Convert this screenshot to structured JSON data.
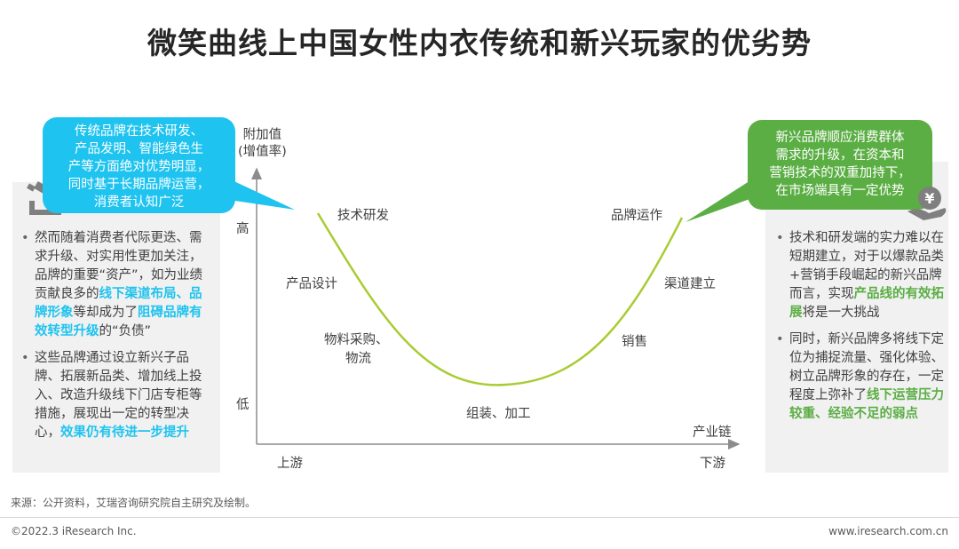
{
  "title": "微笑曲线上中国女性内衣传统和新兴玩家的优劣势",
  "left_bubble": [
    "传统品牌在技术研发、",
    "产品发明、智能绿色生",
    "产等方面绝对优势明显，",
    "同时基于长期品牌运营，",
    "消费者认知广泛"
  ],
  "left_bullets": [
    [
      {
        "t": "然而随着消费者代际更迭、需求升级、对实用性更加关注，品牌的重要“资产”，如为业绩贡献良多的",
        "h": false
      },
      {
        "t": "线下渠道布局、品牌形象",
        "h": true
      },
      {
        "t": "等却成为了",
        "h": false
      },
      {
        "t": "阻碍品牌有效转型升级",
        "h": true
      },
      {
        "t": "的“负债”",
        "h": false
      }
    ],
    [
      {
        "t": "这些品牌通过设立新兴子品牌、拓展新品类、增加线上投入、改造升级线下门店专柜等措施，展现出一定的转型决心，",
        "h": false
      },
      {
        "t": "效果仍有待进一步提升",
        "h": true
      }
    ]
  ],
  "right_bubble": [
    "新兴品牌顺应消费群体",
    "需求的升级，在资本和",
    "营销技术的双重加持下，",
    "在市场端具有一定优势"
  ],
  "right_bullets": [
    [
      {
        "t": "技术和研发端的实力难以在短期建立，对于以爆款品类+营销手段崛起的新兴品牌而言，实现",
        "h": false
      },
      {
        "t": "产品线的有效拓展",
        "h": true
      },
      {
        "t": "将是一大挑战",
        "h": false
      }
    ],
    [
      {
        "t": "同时，新兴品牌多将线下定位为捕捉流量、强化体验、树立品牌形象的存在，一定程度上弥补了",
        "h": false
      },
      {
        "t": "线下运营压力较重、经验不足的弱点",
        "h": true
      }
    ]
  ],
  "chart": {
    "y_axis_label": [
      "附加值",
      "(增值率)"
    ],
    "y_high": "高",
    "y_low": "低",
    "x_axis_label": "产业链",
    "x_start": "上游",
    "x_end": "下游",
    "stages": {
      "rd": "技术研发",
      "design": "产品设计",
      "sourcing": [
        "物料采购、",
        "物流"
      ],
      "assembly": "组装、加工",
      "sales": "销售",
      "channel": "渠道建立",
      "brand": "品牌运作"
    },
    "curve_color": "#a8cc32"
  },
  "footer": {
    "source": "来源：公开资料，艾瑞咨询研究院自主研究及绘制。",
    "copyright": "©2022.3 iResearch Inc.",
    "website": "www.iresearch.com.cn"
  },
  "colors": {
    "blue": "#1ec3ef",
    "green": "#5bae44"
  }
}
